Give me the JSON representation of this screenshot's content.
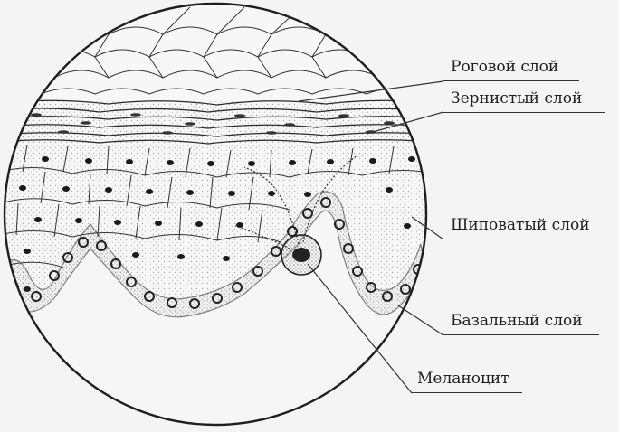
{
  "diagram": {
    "labels": {
      "stratum_corneum": "Роговой слой",
      "stratum_granulosum": "Зернистый слой",
      "stratum_spinosum": "Шиповатый слой",
      "stratum_basale": "Базальный слой",
      "melanocyte": "Меланоцит"
    },
    "colors": {
      "background": "#f4f4f4",
      "ink": "#1e1e1e"
    }
  }
}
